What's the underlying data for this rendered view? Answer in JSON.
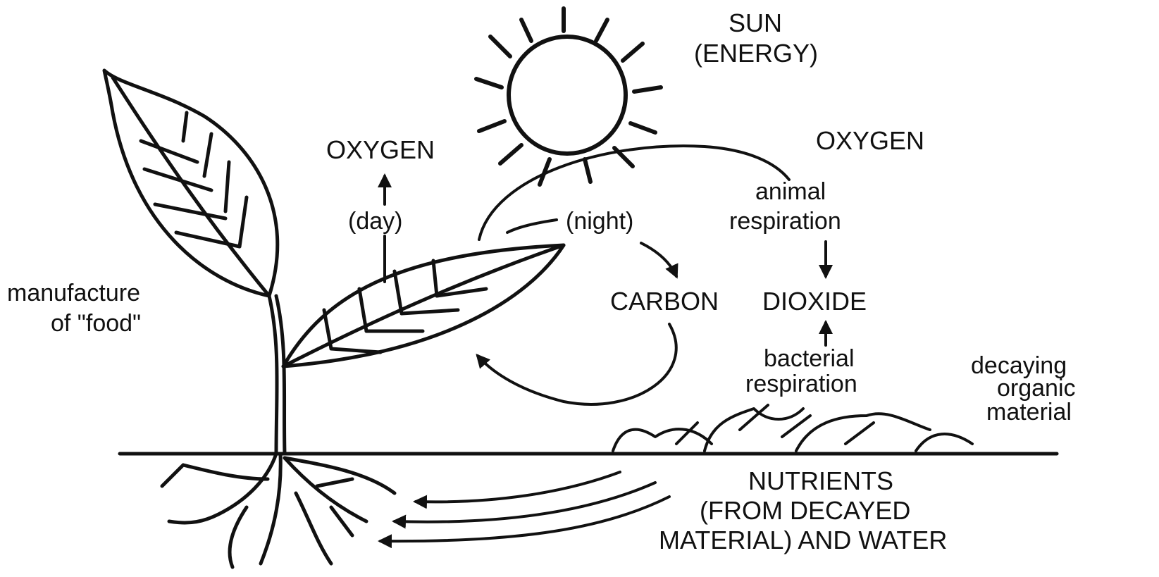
{
  "labels": {
    "sun": "SUN",
    "energy": "(ENERGY)",
    "oxygen_left": "OXYGEN",
    "day": "(day)",
    "night": "(night)",
    "oxygen_right": "OXYGEN",
    "animal": "animal",
    "respiration_animal": "respiration",
    "carbon": "CARBON",
    "dioxide": "DIOXIDE",
    "manufacture": "manufacture",
    "of_food": "of \"food\"",
    "bacterial": "bacterial",
    "respiration_bacterial": "respiration",
    "decaying": "decaying",
    "organic": "organic",
    "material": "material",
    "nutrients": "NUTRIENTS",
    "from_decayed": "(FROM DECAYED",
    "material_water": "MATERIAL) AND WATER"
  },
  "icons": [
    "sun-icon",
    "plant-icon",
    "leaf-icon",
    "roots-icon",
    "decaying-matter-icon",
    "arrow-icon"
  ],
  "colors": {
    "ink": "#111111",
    "background": "#ffffff"
  }
}
